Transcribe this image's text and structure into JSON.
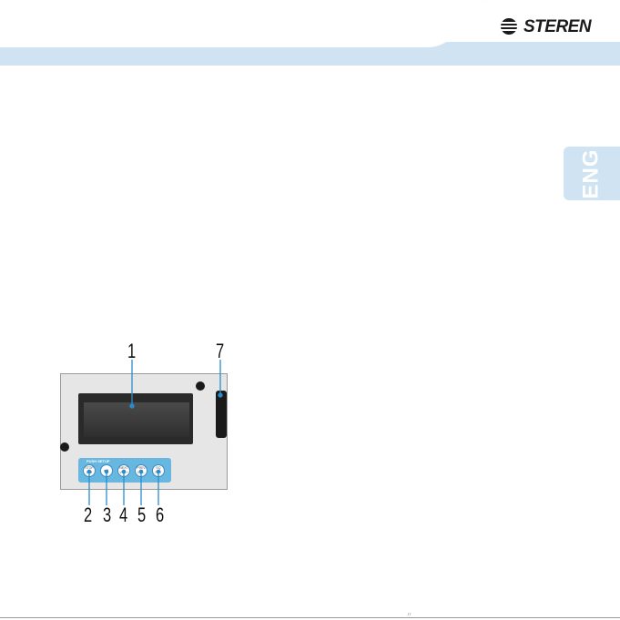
{
  "header": {
    "brand": "STEREN",
    "band_color": "#cfe3f2",
    "dark_color": "#1b1b1b"
  },
  "language_tab": {
    "label": "ENG"
  },
  "figure": {
    "callouts": [
      "1",
      "2",
      "3",
      "4",
      "5",
      "6",
      "7"
    ],
    "panel": {
      "strip_label": "PUSH SETUP",
      "buttons": [
        {
          "label": "STOP\nDIM"
        },
        {
          "label": "▶II"
        },
        {
          "label": "NEXT\nVOL+"
        },
        {
          "label": "PREV\nVOL-"
        },
        {
          "label": "EQ\nRPT"
        }
      ]
    },
    "accent_color": "#67b7e1"
  },
  "footer": {
    "mark": "〃"
  }
}
